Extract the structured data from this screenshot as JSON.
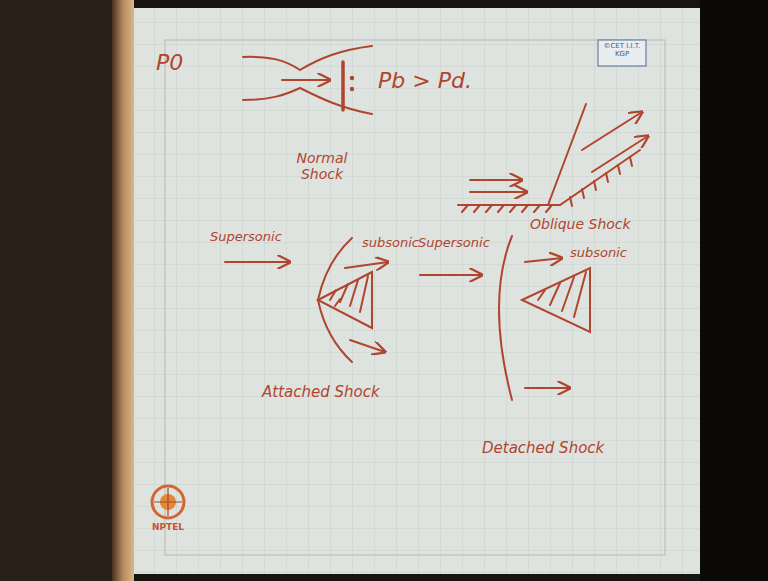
{
  "diagram": {
    "labels": [
      "P0",
      "Pb > Pd.",
      "©CET I.I.T. KGP",
      "Normal Shock",
      "Oblique Shock",
      "Supersonic",
      "subsonic",
      "Supersonic",
      "subsonic",
      "Attached Shock",
      "Detached Shock",
      "NPTEL"
    ]
  }
}
